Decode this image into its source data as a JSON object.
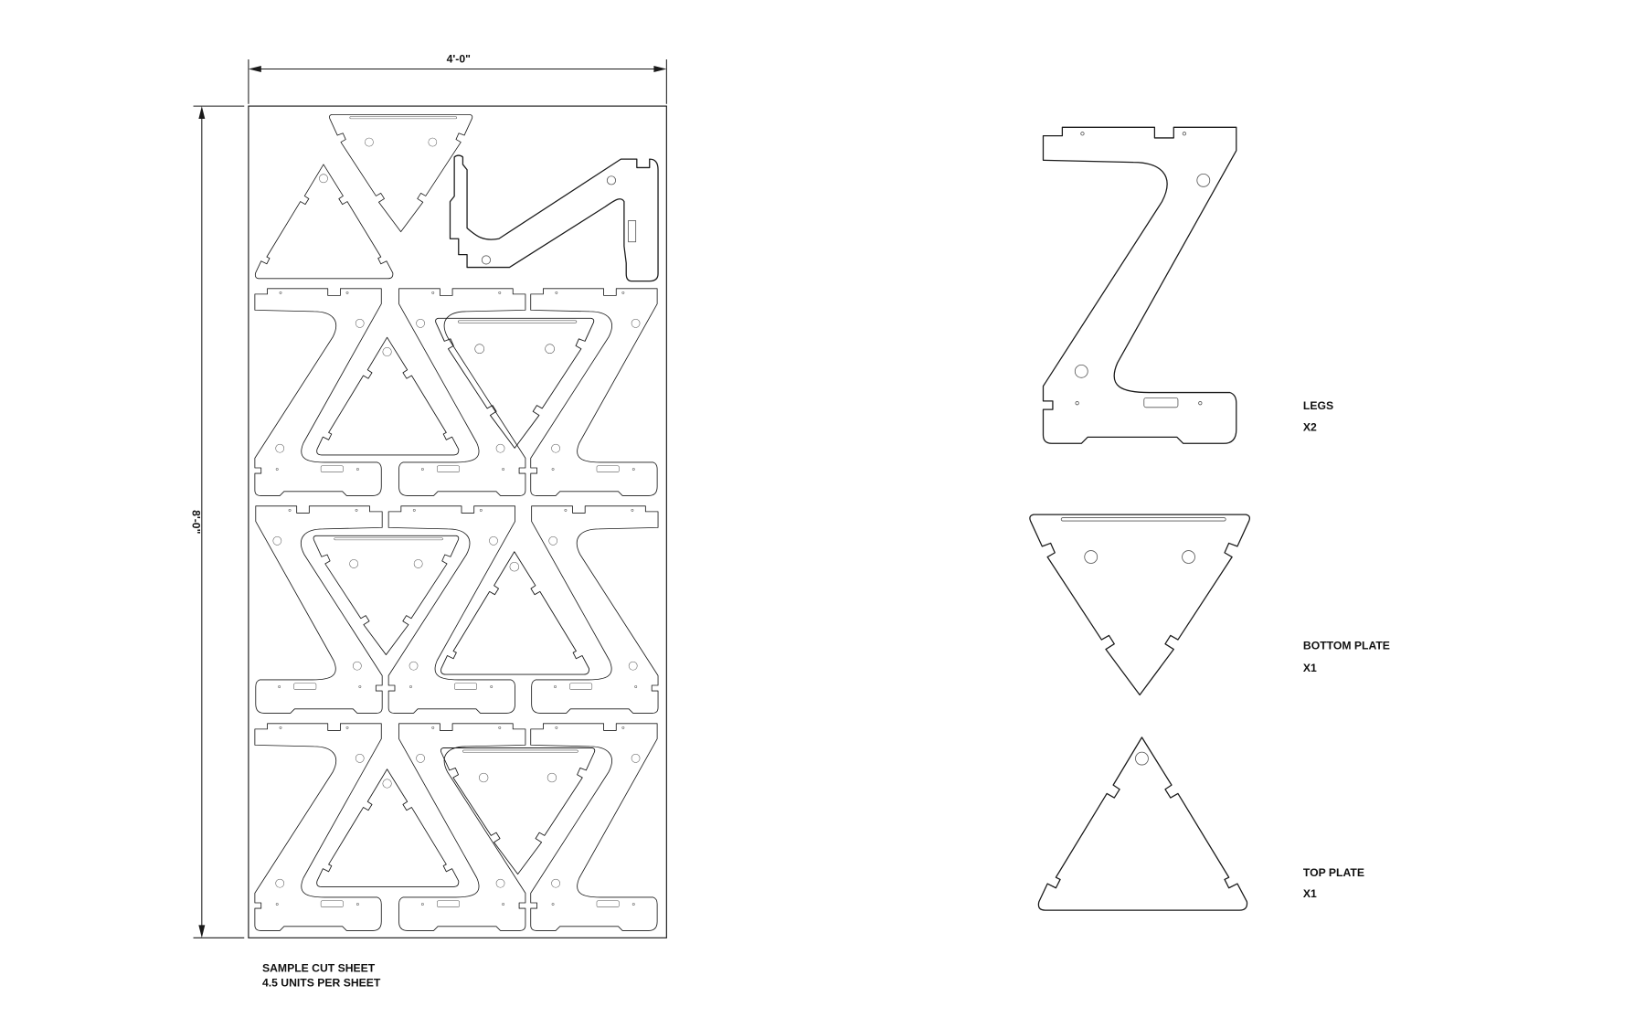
{
  "sheet": {
    "width_label": "4'-0\"",
    "height_label": "8'-0\"",
    "caption_line1": "SAMPLE CUT SHEET",
    "caption_line2": "4.5 UNITS PER SHEET"
  },
  "parts": [
    {
      "name": "LEGS",
      "qty": "X2"
    },
    {
      "name": "BOTTOM PLATE",
      "qty": "X1"
    },
    {
      "name": "TOP PLATE",
      "qty": "X1"
    }
  ],
  "colors": {
    "line": "#1a1a1a",
    "background": "#ffffff"
  }
}
